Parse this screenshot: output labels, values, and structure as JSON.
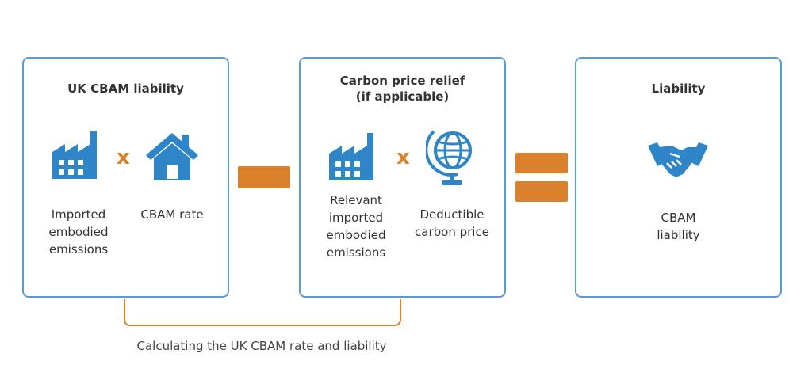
{
  "boxes": {
    "liability_calc": {
      "title": [
        "UK CBAM liability"
      ],
      "left_label": [
        "Imported",
        "embodied",
        "emissions"
      ],
      "right_label": [
        "CBAM rate"
      ],
      "operator": "x"
    },
    "price_relief": {
      "title": [
        "Carbon price relief",
        "(if applicable)"
      ],
      "left_label": [
        "Relevant",
        "imported",
        "embodied",
        "emissions"
      ],
      "right_label": [
        "Deductible",
        "carbon price"
      ],
      "operator": "x"
    },
    "result": {
      "title": [
        "Liability"
      ],
      "label": [
        "CBAM",
        "liability"
      ]
    }
  },
  "caption": "Calculating the UK CBAM rate and liability",
  "icons": {
    "factory": "factory-icon",
    "house": "house-icon",
    "globe": "globe-icon",
    "handshake": "handshake-icon"
  },
  "colors": {
    "box_border": "#5b9bd5",
    "icon_blue": "#2e86c8",
    "accent_orange": "#d9822b",
    "text": "#333333"
  }
}
